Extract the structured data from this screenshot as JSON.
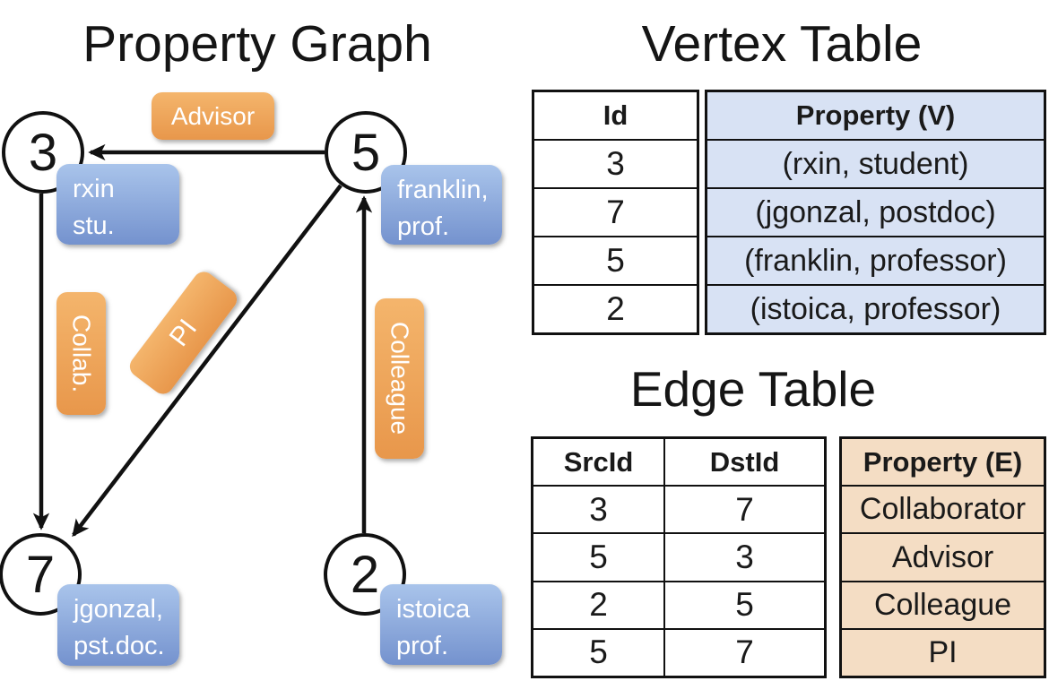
{
  "graph": {
    "title": "Property Graph",
    "nodes": {
      "n3": {
        "id": "3",
        "line1": "rxin",
        "line2": "stu."
      },
      "n5": {
        "id": "5",
        "line1": "franklin,",
        "line2": "prof."
      },
      "n7": {
        "id": "7",
        "line1": "jgonzal,",
        "line2": "pst.doc."
      },
      "n2": {
        "id": "2",
        "line1": "istoica",
        "line2": "prof."
      }
    },
    "edge_labels": {
      "advisor": "Advisor",
      "collab": "Collab.",
      "pi": "PI",
      "colleague": "Colleague"
    }
  },
  "vertex_table": {
    "title": "Vertex Table",
    "headers": {
      "id": "Id",
      "property": "Property (V)"
    },
    "rows": [
      {
        "id": "3",
        "property": "(rxin, student)"
      },
      {
        "id": "7",
        "property": "(jgonzal, postdoc)"
      },
      {
        "id": "5",
        "property": "(franklin, professor)"
      },
      {
        "id": "2",
        "property": "(istoica, professor)"
      }
    ]
  },
  "edge_table": {
    "title": "Edge Table",
    "headers": {
      "src": "SrcId",
      "dst": "DstId",
      "property": "Property (E)"
    },
    "rows": [
      {
        "src": "3",
        "dst": "7",
        "property": "Collaborator"
      },
      {
        "src": "5",
        "dst": "3",
        "property": "Advisor"
      },
      {
        "src": "2",
        "dst": "5",
        "property": "Colleague"
      },
      {
        "src": "5",
        "dst": "7",
        "property": "PI"
      }
    ]
  },
  "colors": {
    "edge_label_orange_top": "#F4B56C",
    "edge_label_orange_bottom": "#E8974B",
    "vertex_prop_blue_top": "#A9C4EB",
    "vertex_prop_blue_bottom": "#7492CE",
    "vertex_table_fill": "#D8E2F4",
    "edge_table_fill": "#F4DDC4",
    "box_text": "#FFFFFF",
    "line_color": "#111111"
  }
}
